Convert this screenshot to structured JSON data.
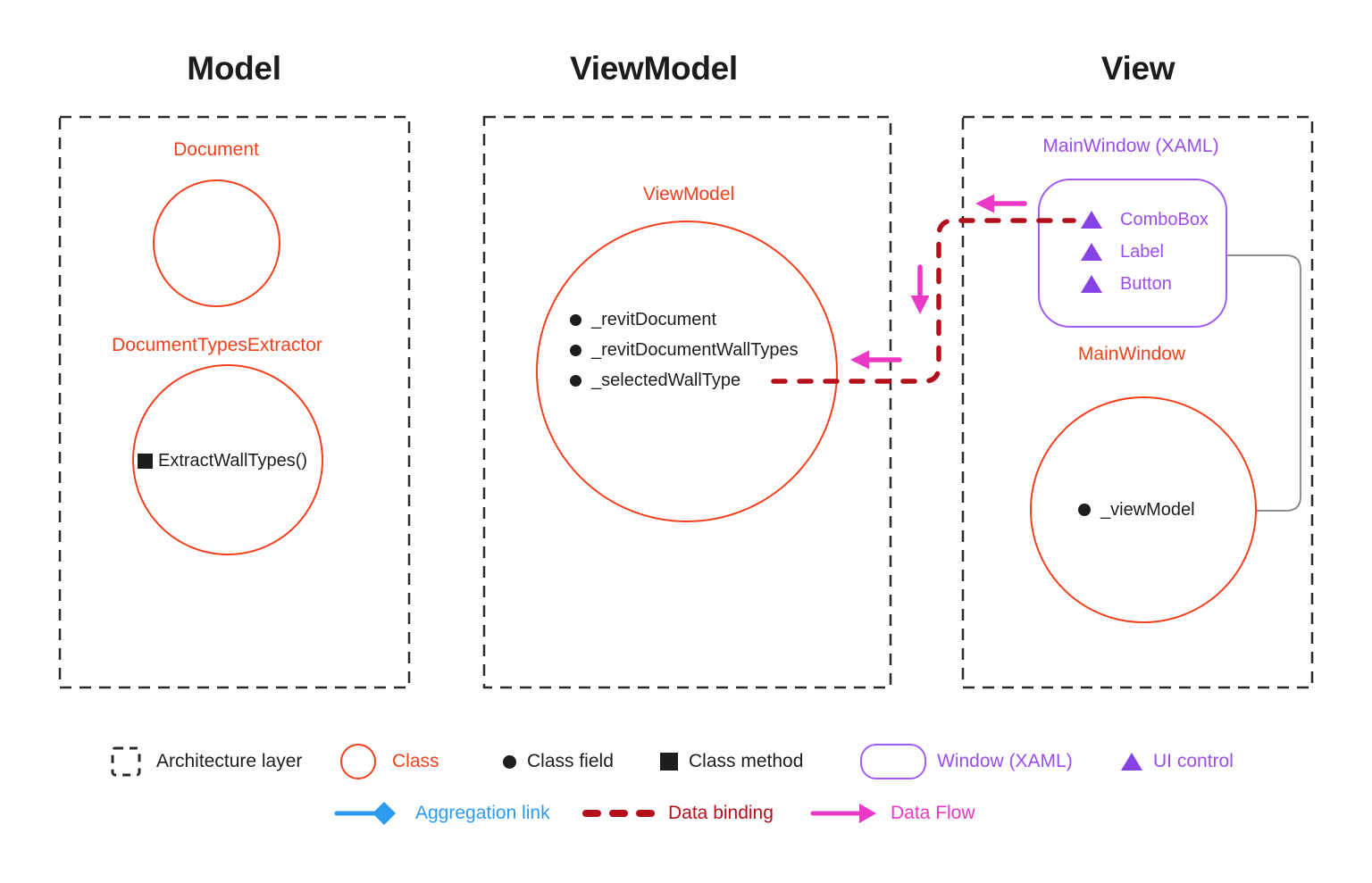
{
  "titles": {
    "model": "Model",
    "viewmodel": "ViewModel",
    "view": "View"
  },
  "model": {
    "document_label": "Document",
    "extractor_label": "DocumentTypesExtractor",
    "extractor_method": "ExtractWallTypes()"
  },
  "viewmodel": {
    "class_label": "ViewModel",
    "fields": [
      "_revitDocument",
      "_revitDocumentWallTypes",
      "_selectedWallType"
    ]
  },
  "view": {
    "xaml_label": "MainWindow (XAML)",
    "controls": [
      "ComboBox",
      "Label",
      "Button"
    ],
    "window_label": "MainWindow",
    "field": "_viewModel"
  },
  "legend": {
    "architecture_layer": "Architecture layer",
    "class": "Class",
    "class_field": "Class field",
    "class_method": "Class method",
    "window_xaml": "Window (XAML)",
    "ui_control": "UI control",
    "aggregation_link": "Aggregation link",
    "data_binding": "Data binding",
    "data_flow": "Data Flow"
  },
  "colors": {
    "class_red": "#F4401D",
    "data_binding_red": "#B3101B",
    "data_flow_magenta": "#EC38C6",
    "purple_text": "#9B4DEB",
    "purple_border": "#A45CF4",
    "purple_triangle": "#8742E6",
    "aggregation_blue": "#2D9BF0",
    "connector_gray": "#8E8E8E",
    "layer_border": "#2B2B2B",
    "text_black": "#1D1D1F"
  }
}
